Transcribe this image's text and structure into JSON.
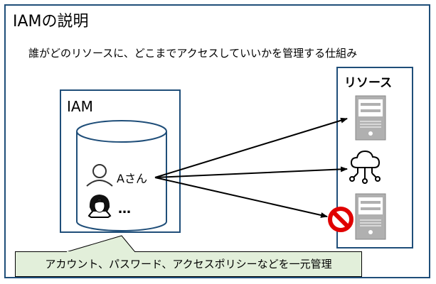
{
  "title": "IAMの説明",
  "subtitle": "誰がどのリソースに、どこまでアクセスしていいかを管理する仕組み",
  "iam": {
    "label": "IAM",
    "user_a_label": "Aさん",
    "more_label": "…"
  },
  "resources": {
    "label": "リソース",
    "items": [
      {
        "icon": "server-icon",
        "access": "allowed"
      },
      {
        "icon": "cloud-network-icon",
        "access": "allowed"
      },
      {
        "icon": "server-icon",
        "access": "denied"
      }
    ]
  },
  "callout": {
    "text": "アカウント、パスワード、アクセスポリシーなどを一元管理"
  },
  "colors": {
    "frame_border": "#1f4e79",
    "callout_fill": "#e2efda",
    "deny_red": "#e00000",
    "server_gray": "#b0b0b0"
  }
}
